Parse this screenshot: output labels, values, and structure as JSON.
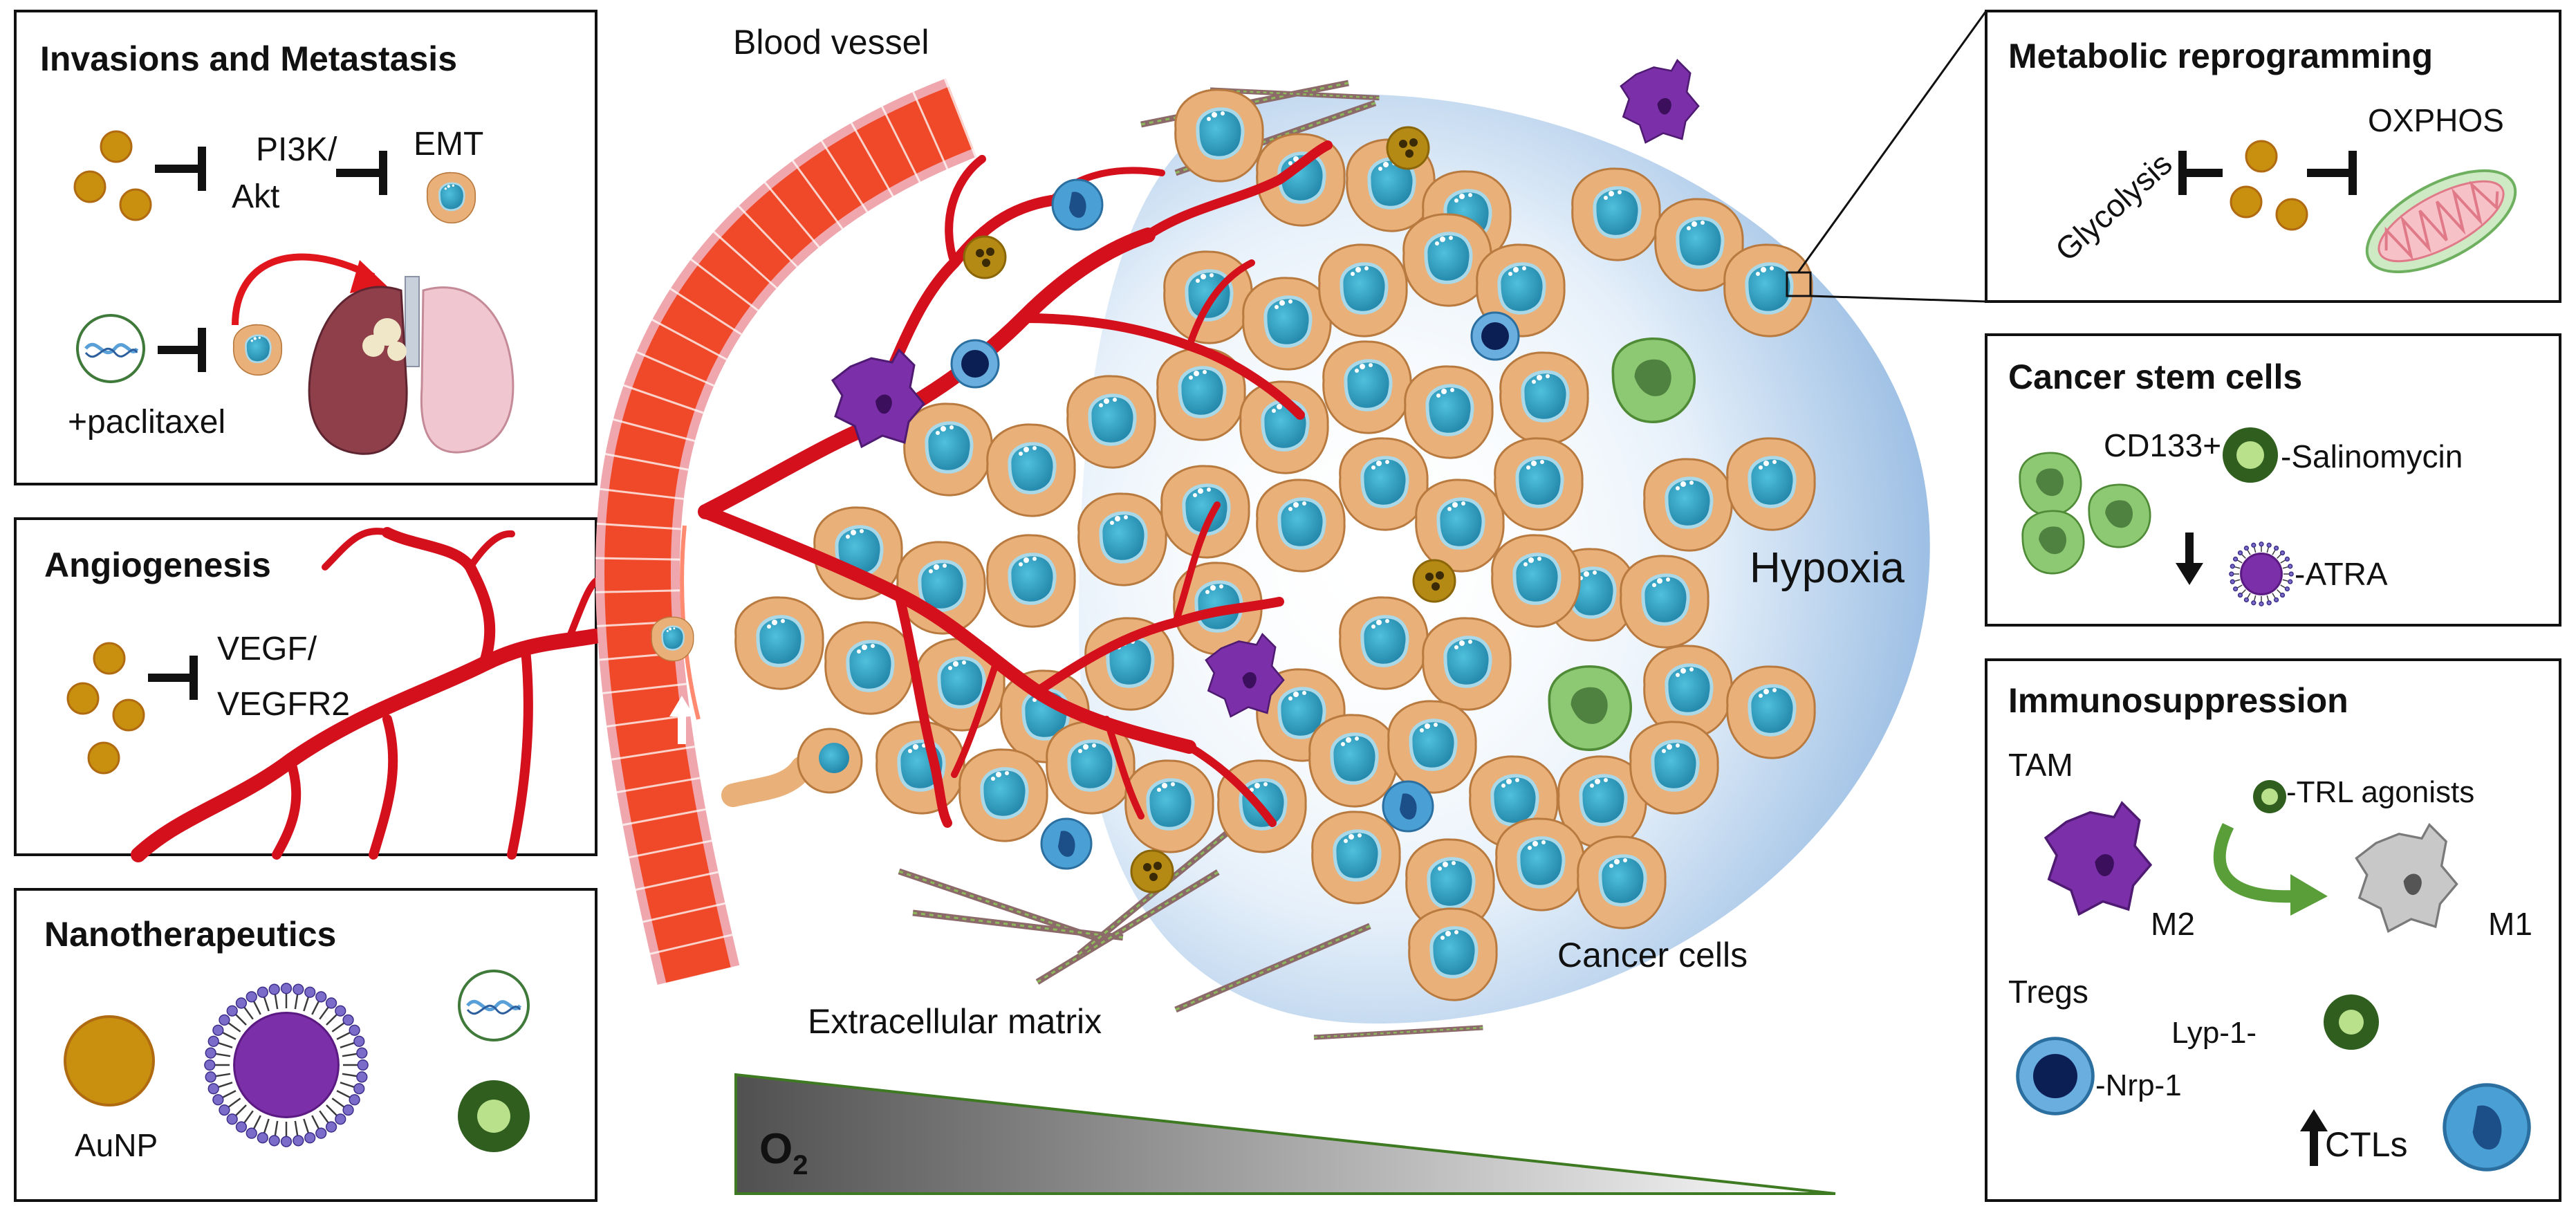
{
  "left_panels": {
    "invasion": {
      "title": "Invasions and Metastasis",
      "pi3k_line1": "PI3K/",
      "pi3k_line2": "Akt",
      "emt": "EMT",
      "paclitaxel": "+paclitaxel"
    },
    "angiogenesis": {
      "title": "Angiogenesis",
      "vegf_line1": "VEGF/",
      "vegf_line2": "VEGFR2"
    },
    "nanotherapeutics": {
      "title": "Nanotherapeutics",
      "aunp": "AuNP"
    }
  },
  "center": {
    "blood_vessel": "Blood vessel",
    "hypoxia": "Hypoxia",
    "cancer_cells": "Cancer cells",
    "ecm": "Extracellular matrix",
    "o2": "O",
    "o2_sub": "2"
  },
  "right_panels": {
    "metabolic": {
      "title": "Metabolic reprogramming",
      "glycolysis": "Glycolysis",
      "oxphos": "OXPHOS"
    },
    "stem": {
      "title": "Cancer stem cells",
      "cd133": "CD133+",
      "salinomycin": "-Salinomycin",
      "atra": "-ATRA"
    },
    "immuno": {
      "title": "Immunosuppression",
      "tam": "TAM",
      "trl": "-TRL agonists",
      "m2": "M2",
      "m1": "M1",
      "tregs": "Tregs",
      "nrp1": "-Nrp-1",
      "lyp1": "Lyp-1-",
      "ctls": "CTLs"
    }
  },
  "colors": {
    "nanoparticle": "#c8900e",
    "vessel": "#f0492a",
    "cancer_cell": "#eab07a",
    "nucleus": "#2b9bbf",
    "macrophage": "#7b2fa8",
    "stem_cell": "#7fbf62",
    "hypoxia": "#a9c9ea",
    "panel_border": "#111111"
  }
}
